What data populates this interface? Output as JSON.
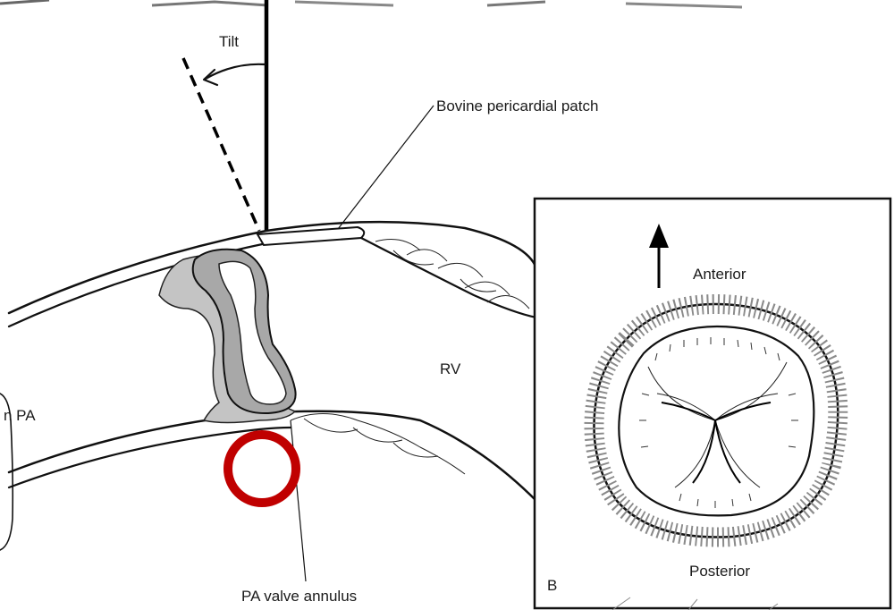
{
  "labels": {
    "tilt": "Tilt",
    "patch": "Bovine pericardial patch",
    "rv": "RV",
    "main_pa": "n PA",
    "annulus": "PA valve annulus",
    "anterior": "Anterior",
    "posterior": "Posterior",
    "panel": "B"
  },
  "colors": {
    "ink": "#111111",
    "valve_fill": "#a8a8a8",
    "valve_shadow": "#c4c4c4",
    "highlight_circle": "#c00000"
  }
}
